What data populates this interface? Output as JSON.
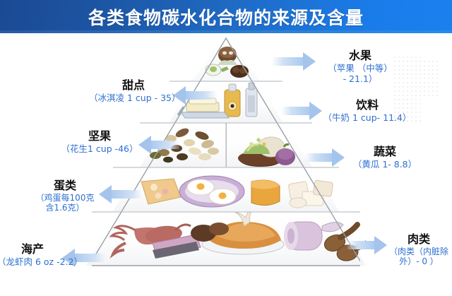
{
  "header": {
    "title": "各类食物碳水化合物的来源及含量",
    "bg_start": "#1b4a92",
    "bg_end": "#1b80ef",
    "text_color": "#ffffff"
  },
  "colors": {
    "label_name": "#111111",
    "label_value": "#2d6fd0",
    "arrow_fill": "#a4c4ec",
    "pyramid_outline": "#9aa0a8"
  },
  "diagram": {
    "type": "food-pyramid",
    "tiers": [
      {
        "index": 1,
        "name_cn": "甜点",
        "contents": "蛋糕/巧克力"
      },
      {
        "index": 2,
        "name_cn": "饮料/油脂",
        "contents": "油瓶/黄油"
      },
      {
        "index": 3,
        "name_cn": "坚果与蔬菜",
        "contents": "坚果/沙拉"
      },
      {
        "index": 4,
        "name_cn": "蛋类与奶酪",
        "contents": "鸡蛋/奶酪"
      },
      {
        "index": 5,
        "name_cn": "海产与肉类",
        "contents": "龙虾/火鸡/火腿/鸡腿"
      }
    ]
  },
  "labels": {
    "right": [
      {
        "id": "fruit",
        "name": "水果",
        "detail": "（苹果 （中等）\n- 21.1）",
        "arrow": "right"
      },
      {
        "id": "drinks",
        "name": "饮料",
        "detail": "（牛奶 1 cup- 11.4）",
        "arrow": "right"
      },
      {
        "id": "vegetables",
        "name": "蔬菜",
        "detail": "（黄瓜 1- 8.8）",
        "arrow": "right"
      },
      {
        "id": "meat",
        "name": "肉类",
        "detail": "（肉类（内脏除\n外）- 0 ）",
        "arrow": "right"
      }
    ],
    "left": [
      {
        "id": "dessert",
        "name": "甜点",
        "detail": "（冰淇凌 1 cup - 35）",
        "arrow": "left"
      },
      {
        "id": "nuts",
        "name": "坚果",
        "detail": "（花生1 cup -46）",
        "arrow": "left"
      },
      {
        "id": "eggs",
        "name": "蛋类",
        "detail": "（鸡蛋每100克\n含1.6克）",
        "arrow": "left"
      },
      {
        "id": "seafood",
        "name": "海产",
        "detail": "（龙虾肉 6 oz -2.2）",
        "arrow": "left"
      }
    ]
  }
}
